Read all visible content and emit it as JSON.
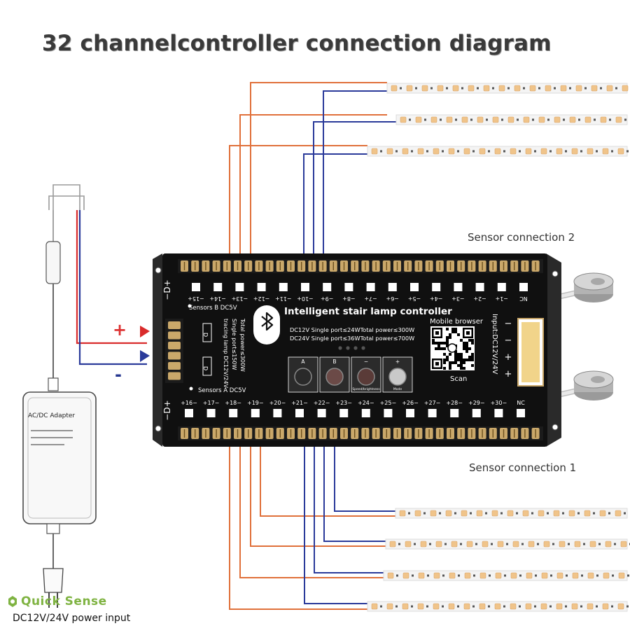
{
  "title": "32 channelcontroller connection diagram",
  "sensor_connection_2": "Sensor connection 2",
  "sensor_connection_1": "Sensor connection 1",
  "polarity": {
    "plus": "+",
    "minus": "-"
  },
  "power_input": "DC12V/24V power input",
  "brand": "Quick Sense",
  "adapter_label": "AC/DC Adapter",
  "controller": {
    "title": "Intelligent stair lamp controller",
    "spec_line_1": "DC12V Single port≤24WTotal power≤300W",
    "spec_line_2": "DC24V Single port≤36WTotal power≤700W",
    "mobile_browser": "Mobile browser",
    "scan": "Scan",
    "input_label": "Input:DC12V/24V",
    "sensors_b": "Sensors B DC5V",
    "sensors_a": "Sensors A DC5V",
    "vertical_lines": [
      "tracing lamp DC12V/24V",
      "Single port≤150W",
      "Total power≤300W"
    ],
    "buttons": [
      {
        "label": "A",
        "caption": ""
      },
      {
        "label": "B",
        "caption": ""
      },
      {
        "label": "−",
        "caption": "Speed/brightness"
      },
      {
        "label": "+",
        "caption": "Mode"
      }
    ],
    "top_terminals": [
      "NC",
      "1",
      "2",
      "3",
      "4",
      "5",
      "6",
      "7",
      "8",
      "9",
      "10",
      "11",
      "12",
      "13",
      "14",
      "15"
    ],
    "bottom_terminals": [
      "16",
      "17",
      "18",
      "19",
      "20",
      "21",
      "22",
      "23",
      "24",
      "25",
      "26",
      "27",
      "28",
      "29",
      "30",
      "NC"
    ],
    "side_top": [
      "−",
      "D",
      "+"
    ],
    "side_bottom": [
      "−",
      "D",
      "+"
    ],
    "input_marks": [
      "−",
      "−",
      "+",
      "+"
    ]
  },
  "colors": {
    "orange_wire": "#e0703a",
    "blue_wire": "#2a3a9a",
    "red_wire": "#d92b2b",
    "board": "#101010",
    "led": "#f0c48a"
  }
}
